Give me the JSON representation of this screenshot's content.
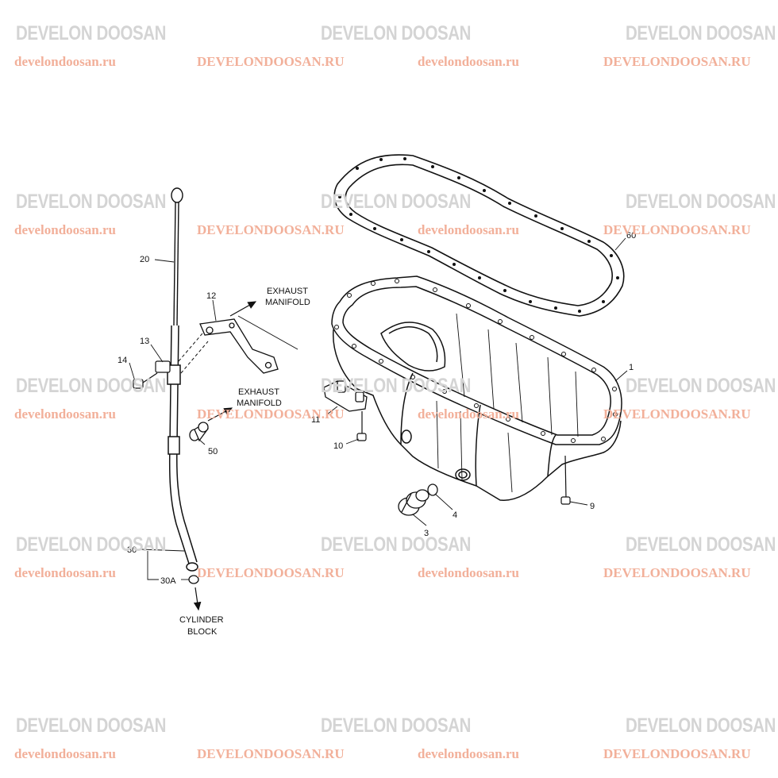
{
  "watermark": {
    "brand": "DEVELON DOOSAN",
    "site_lower": "develondoosan.ru",
    "site_upper": "DEVELONDOOSAN.RU",
    "colors": {
      "logo": "#f0b49e",
      "brand_text": "#d4d4d4",
      "site_text": "#f2b09a"
    }
  },
  "callouts": {
    "p1": "1",
    "p3": "3",
    "p4": "4",
    "p9": "9",
    "p10": "10",
    "p11": "11",
    "p12": "12",
    "p13": "13",
    "p14": "14",
    "p20": "20",
    "p30": "30",
    "p30a": "30A",
    "p50": "50",
    "p60": "60"
  },
  "labels": {
    "exhaust_top_1": "EXHAUST",
    "exhaust_top_2": "MANIFOLD",
    "exhaust_mid_1": "EXHAUST",
    "exhaust_mid_2": "MANIFOLD",
    "cylinder_1": "CYLINDER",
    "cylinder_2": "BLOCK"
  }
}
